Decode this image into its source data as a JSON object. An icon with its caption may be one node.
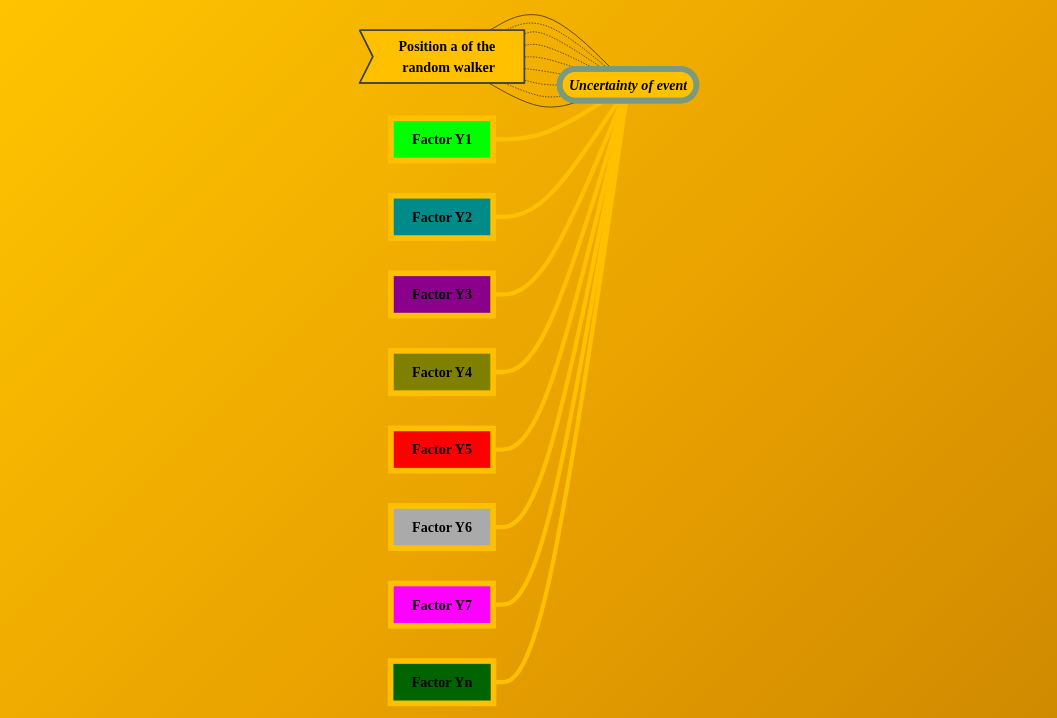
{
  "diagram": {
    "nodes": [
      {
        "text": [
          "Position a of the random walker"
        ]
      },
      {
        "text": [
          "Factor Y1"
        ]
      },
      {
        "text": [
          "Factor Y2"
        ]
      },
      {
        "text": [
          "Factor Y3"
        ]
      },
      {
        "text": [
          "Factor Y4"
        ]
      },
      {
        "text": [
          "Factor Y5"
        ]
      },
      {
        "text": [
          "Factor Y6"
        ]
      },
      {
        "text": [
          "Factor Y7"
        ]
      },
      {
        "text": [
          "Factor Yn"
        ]
      },
      {
        "text": [
          "Uncertainty of event"
        ]
      }
    ],
    "edges": [
      {
        "from": 0,
        "to": 9,
        "arrow": "none"
      },
      {
        "from": 0,
        "to": 9,
        "arrow": "none",
        "style": "dashed"
      },
      {
        "from": 0,
        "to": 9,
        "arrow": "none",
        "style": "dashed"
      },
      {
        "from": 0,
        "to": 9,
        "arrow": "none",
        "style": "dashed"
      },
      {
        "from": 0,
        "to": 9,
        "arrow": "none",
        "style": "dashed"
      },
      {
        "from": 0,
        "to": 9,
        "arrow": "none",
        "style": "dashed"
      },
      {
        "from": 0,
        "to": 9,
        "arrow": "none",
        "style": "dashed"
      },
      {
        "from": 0,
        "to": 9,
        "arrow": "none",
        "style": "dashed"
      },
      {
        "from": 0,
        "to": 9,
        "arrow": "none"
      },
      {
        "from": 1,
        "to": 9,
        "arrow": "to",
        "style": "thick",
        "color": "#ffc000"
      },
      {
        "from": 2,
        "to": 9,
        "arrow": "to",
        "style": "thick",
        "color": "#ffc000"
      },
      {
        "from": 3,
        "to": 9,
        "arrow": "to",
        "style": "thick",
        "color": "#ffc000"
      },
      {
        "from": 4,
        "to": 9,
        "arrow": "to",
        "style": "thick",
        "color": "#ffc000"
      },
      {
        "from": 5,
        "to": 9,
        "arrow": "to",
        "style": "thick",
        "color": "#ffc000"
      },
      {
        "from": 6,
        "to": 9,
        "arrow": "to",
        "style": "thick",
        "color": "#ffc000"
      },
      {
        "from": 7,
        "to": 9,
        "arrow": "to",
        "style": "thick",
        "color": "#ffc000"
      },
      {
        "from": 8,
        "to": 9,
        "arrow": "to",
        "style": "thick",
        "color": "#ffc000"
      }
    ]
  }
}
